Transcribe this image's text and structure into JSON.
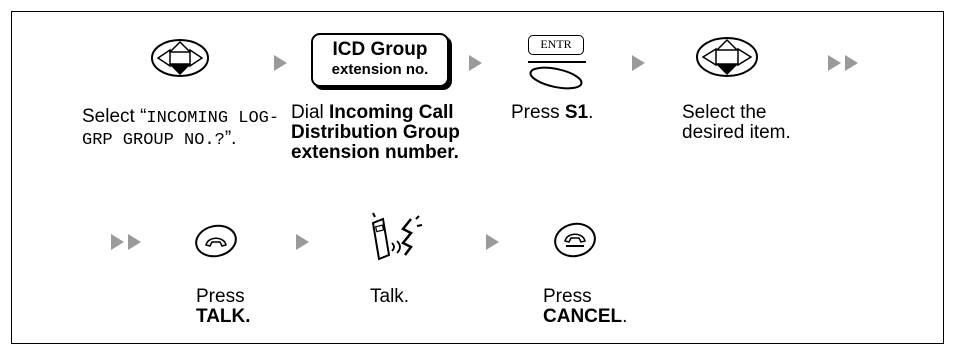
{
  "steps_row1": [
    {
      "icon": "navigator-key-icon",
      "text_a": "Select “",
      "text_mono": "INCOMING LOG-GRP GROUP NO.?",
      "text_b": "”."
    },
    {
      "icon": "icd-group-key-icon",
      "key_line1": "ICD Group",
      "key_line2": "extension no.",
      "text_a": "Dial ",
      "text_bold": "Incoming Call Distribution Group extension number."
    },
    {
      "icon": "entr-s1-key-icon",
      "key_label": "ENTR",
      "text_a": "Press ",
      "text_bold": "S1",
      "text_b": "."
    },
    {
      "icon": "navigator-key-icon",
      "text_a": "Select the desired item."
    }
  ],
  "steps_row2": [
    {
      "icon": "talk-key-icon",
      "text_a": "Press",
      "text_bold": "TALK."
    },
    {
      "icon": "talk-handset-icon",
      "text_a": "Talk."
    },
    {
      "icon": "cancel-key-icon",
      "text_a": "Press",
      "text_bold": "CANCEL",
      "text_b": "."
    }
  ],
  "colors": {
    "arrow": "#9a9a9a",
    "border": "#000000"
  }
}
